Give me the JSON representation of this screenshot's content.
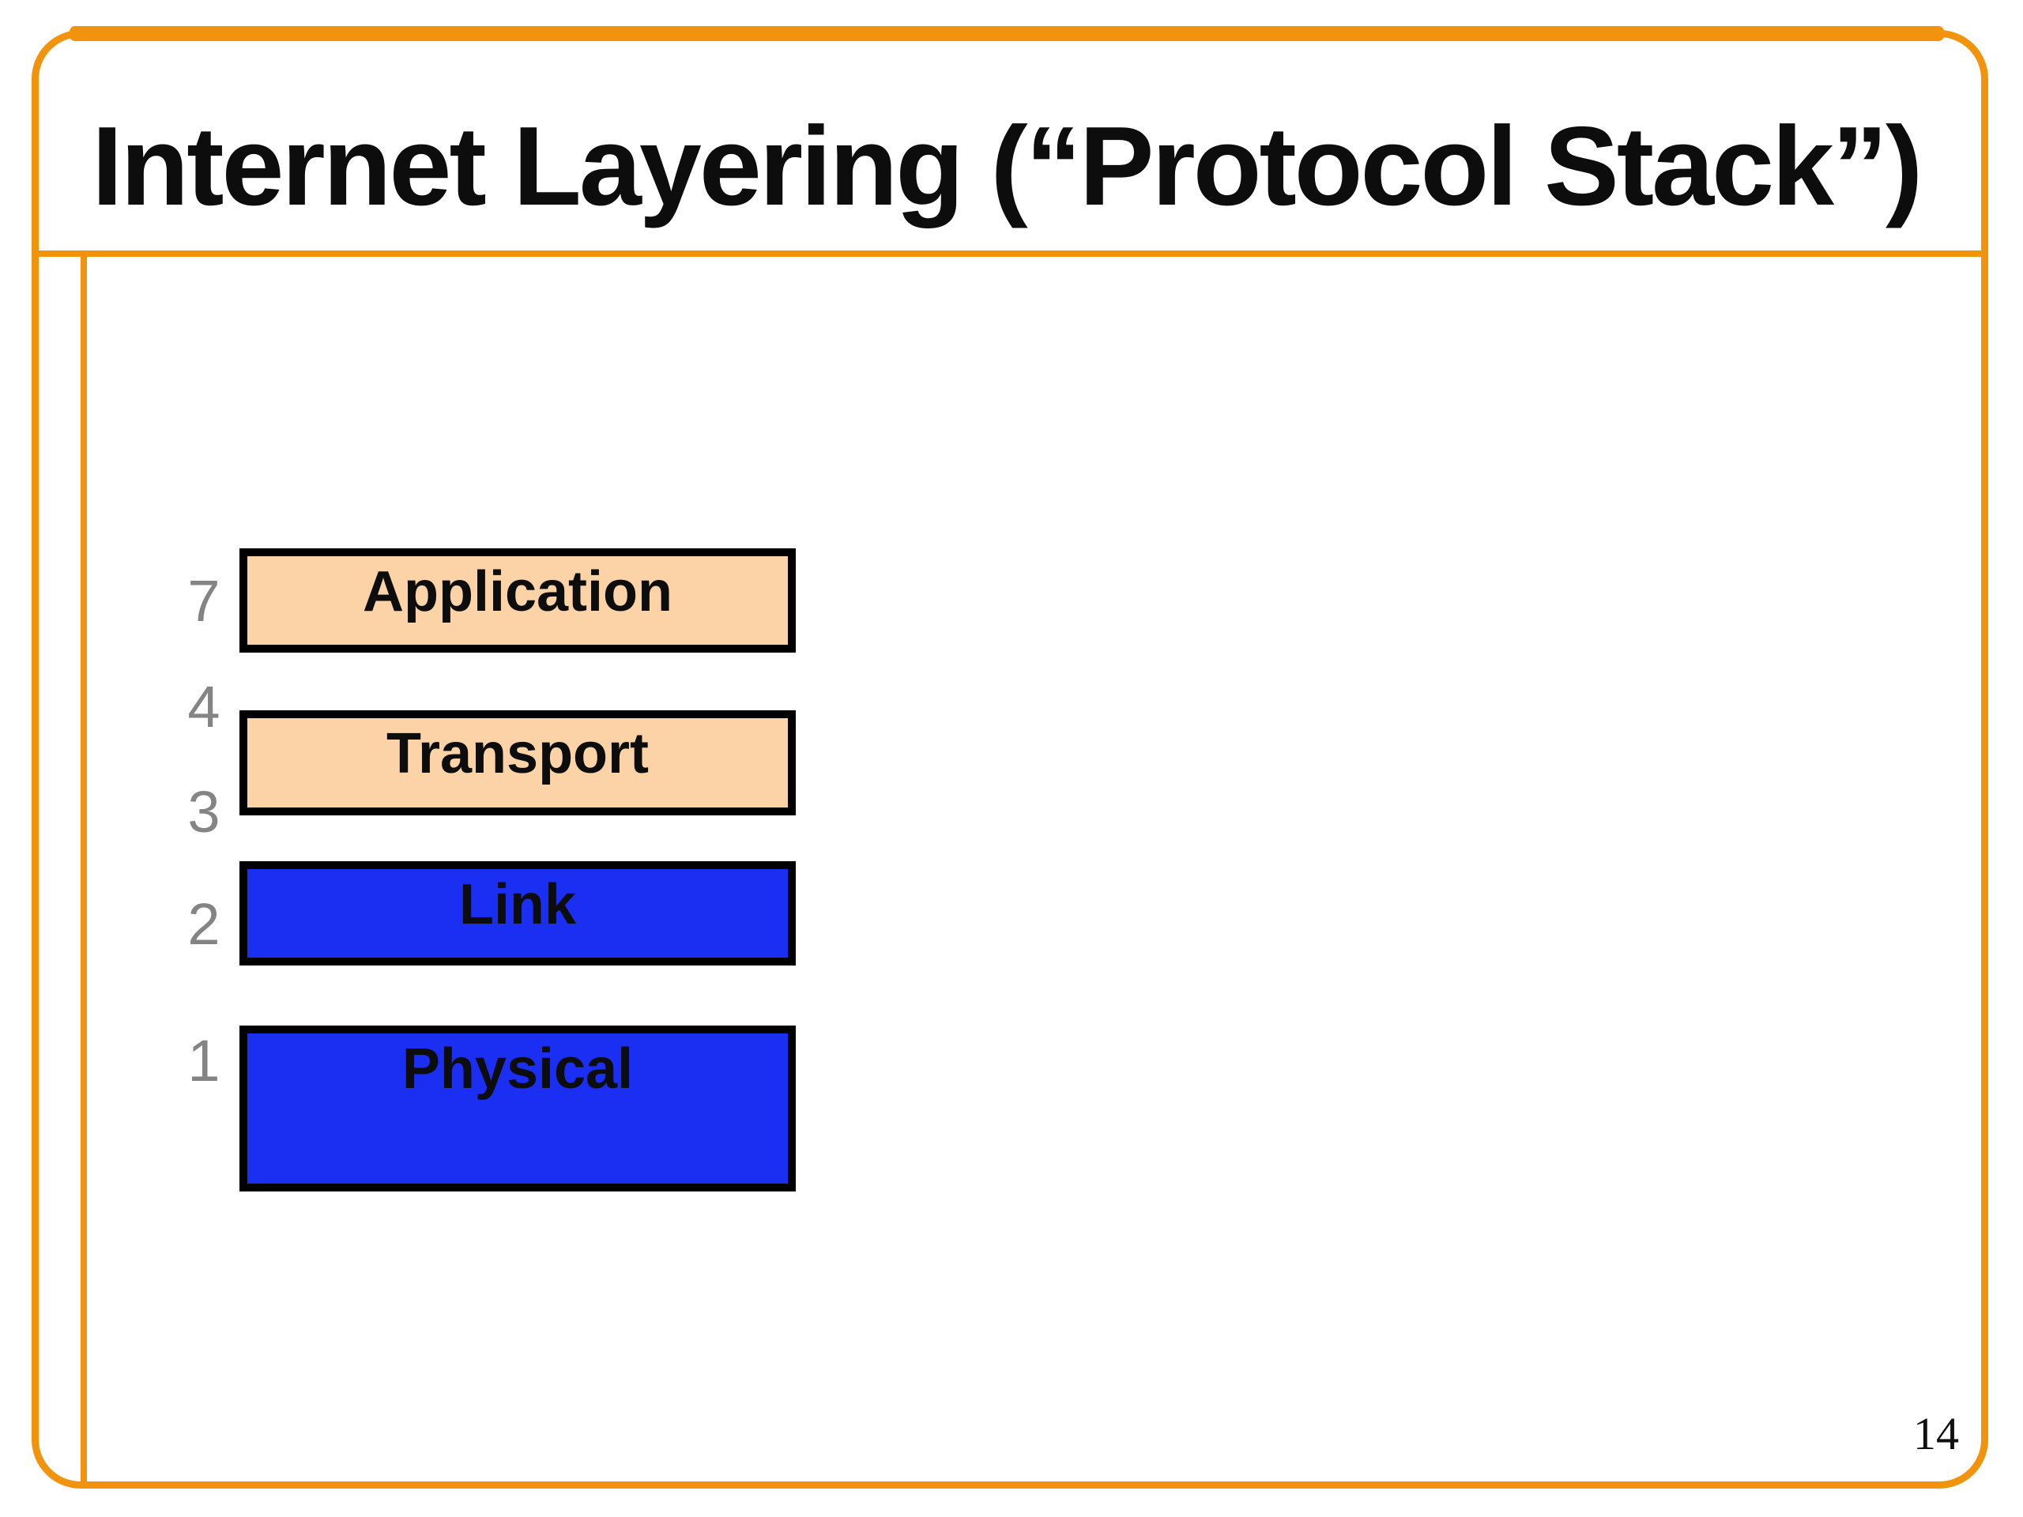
{
  "slide": {
    "title": "Internet Layering (“Protocol Stack”)",
    "page_number": "14"
  },
  "stack": {
    "numbers": [
      {
        "value": "7"
      },
      {
        "value": "4"
      },
      {
        "value": "3"
      },
      {
        "value": "2"
      },
      {
        "value": "1"
      }
    ],
    "boxes": [
      {
        "label": "Application",
        "fill": "tan"
      },
      {
        "label": "Transport",
        "fill": "tan"
      },
      {
        "label": "Link",
        "fill": "blue"
      },
      {
        "label": "Physical",
        "fill": "blue"
      }
    ]
  },
  "theme": {
    "accent": "#F2930D",
    "tan": "#FBD3A6",
    "blue": "#1A2FF2",
    "num_gray": "#848484",
    "text_black": "#0D0D0D",
    "page_bg": "#FFFFFF"
  }
}
